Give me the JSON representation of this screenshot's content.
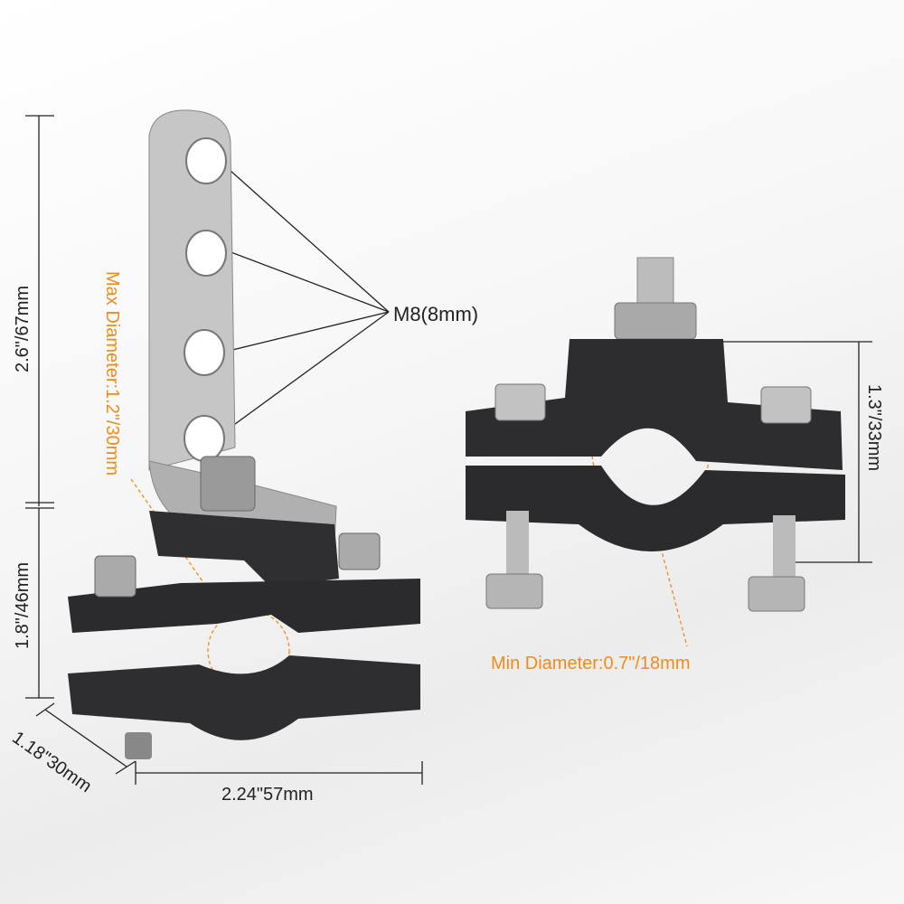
{
  "labels": {
    "height_upper": "2.6\"/67mm",
    "height_lower": "1.8\"/46mm",
    "depth": "1.18\"30mm",
    "width": "2.24\"57mm",
    "hole_size": "M8(8mm)",
    "max_diameter": "Max Diameter:1.2\"/30mm",
    "min_diameter": "Min Diameter:0.7\"/18mm",
    "right_height": "1.3\"/33mm"
  },
  "colors": {
    "accent": "#f08c1a",
    "metal": "#b8b8b8",
    "body": "#2c2c2e"
  }
}
